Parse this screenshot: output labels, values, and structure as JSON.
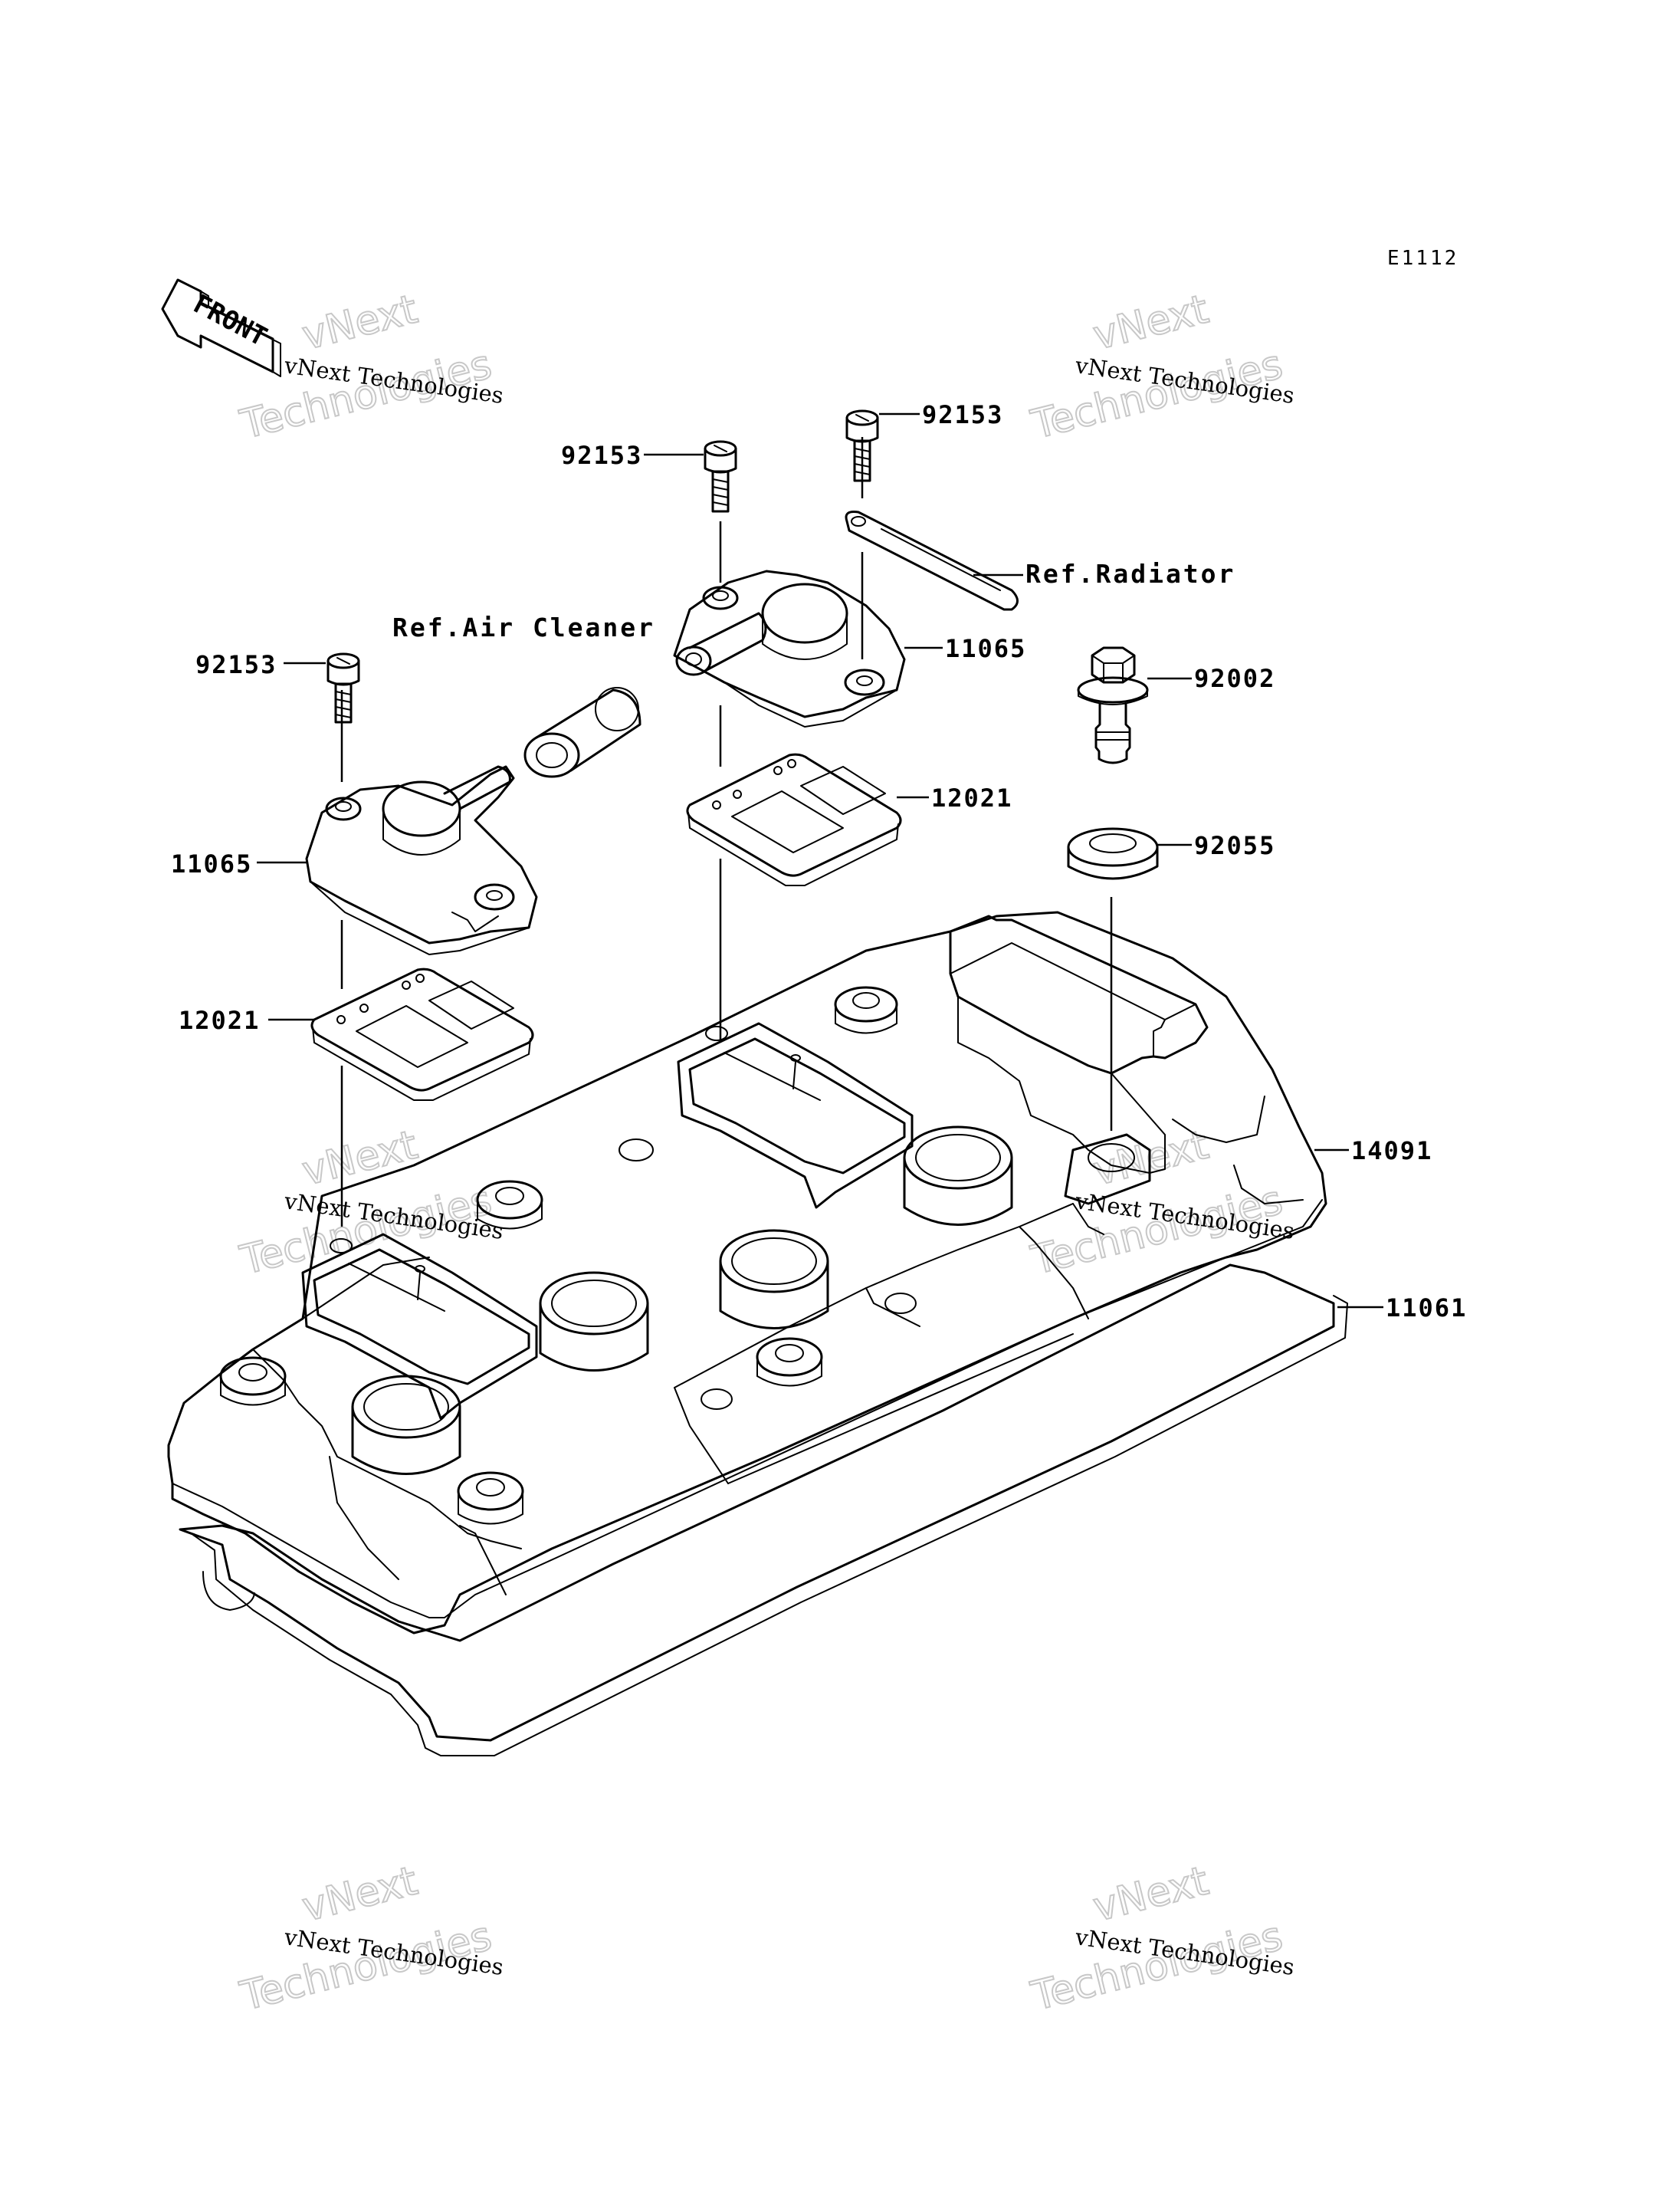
{
  "diagram_code": "E1112",
  "front_label": "FRONT",
  "watermark": {
    "small": "vNext Technologies",
    "big_line1": "vNext",
    "big_line2": "Technologies"
  },
  "callouts": {
    "bolt_top_center": "92153",
    "bolt_top_right": "92153",
    "bolt_left": "92153",
    "ref_radiator": "Ref.Radiator",
    "ref_air_cleaner": "Ref.Air Cleaner",
    "cover_right": "11065",
    "cover_left": "11065",
    "bolt_flange": "92002",
    "reed_right": "12021",
    "reed_left": "12021",
    "grommet": "92055",
    "cap": "14091",
    "gasket": "11061"
  }
}
